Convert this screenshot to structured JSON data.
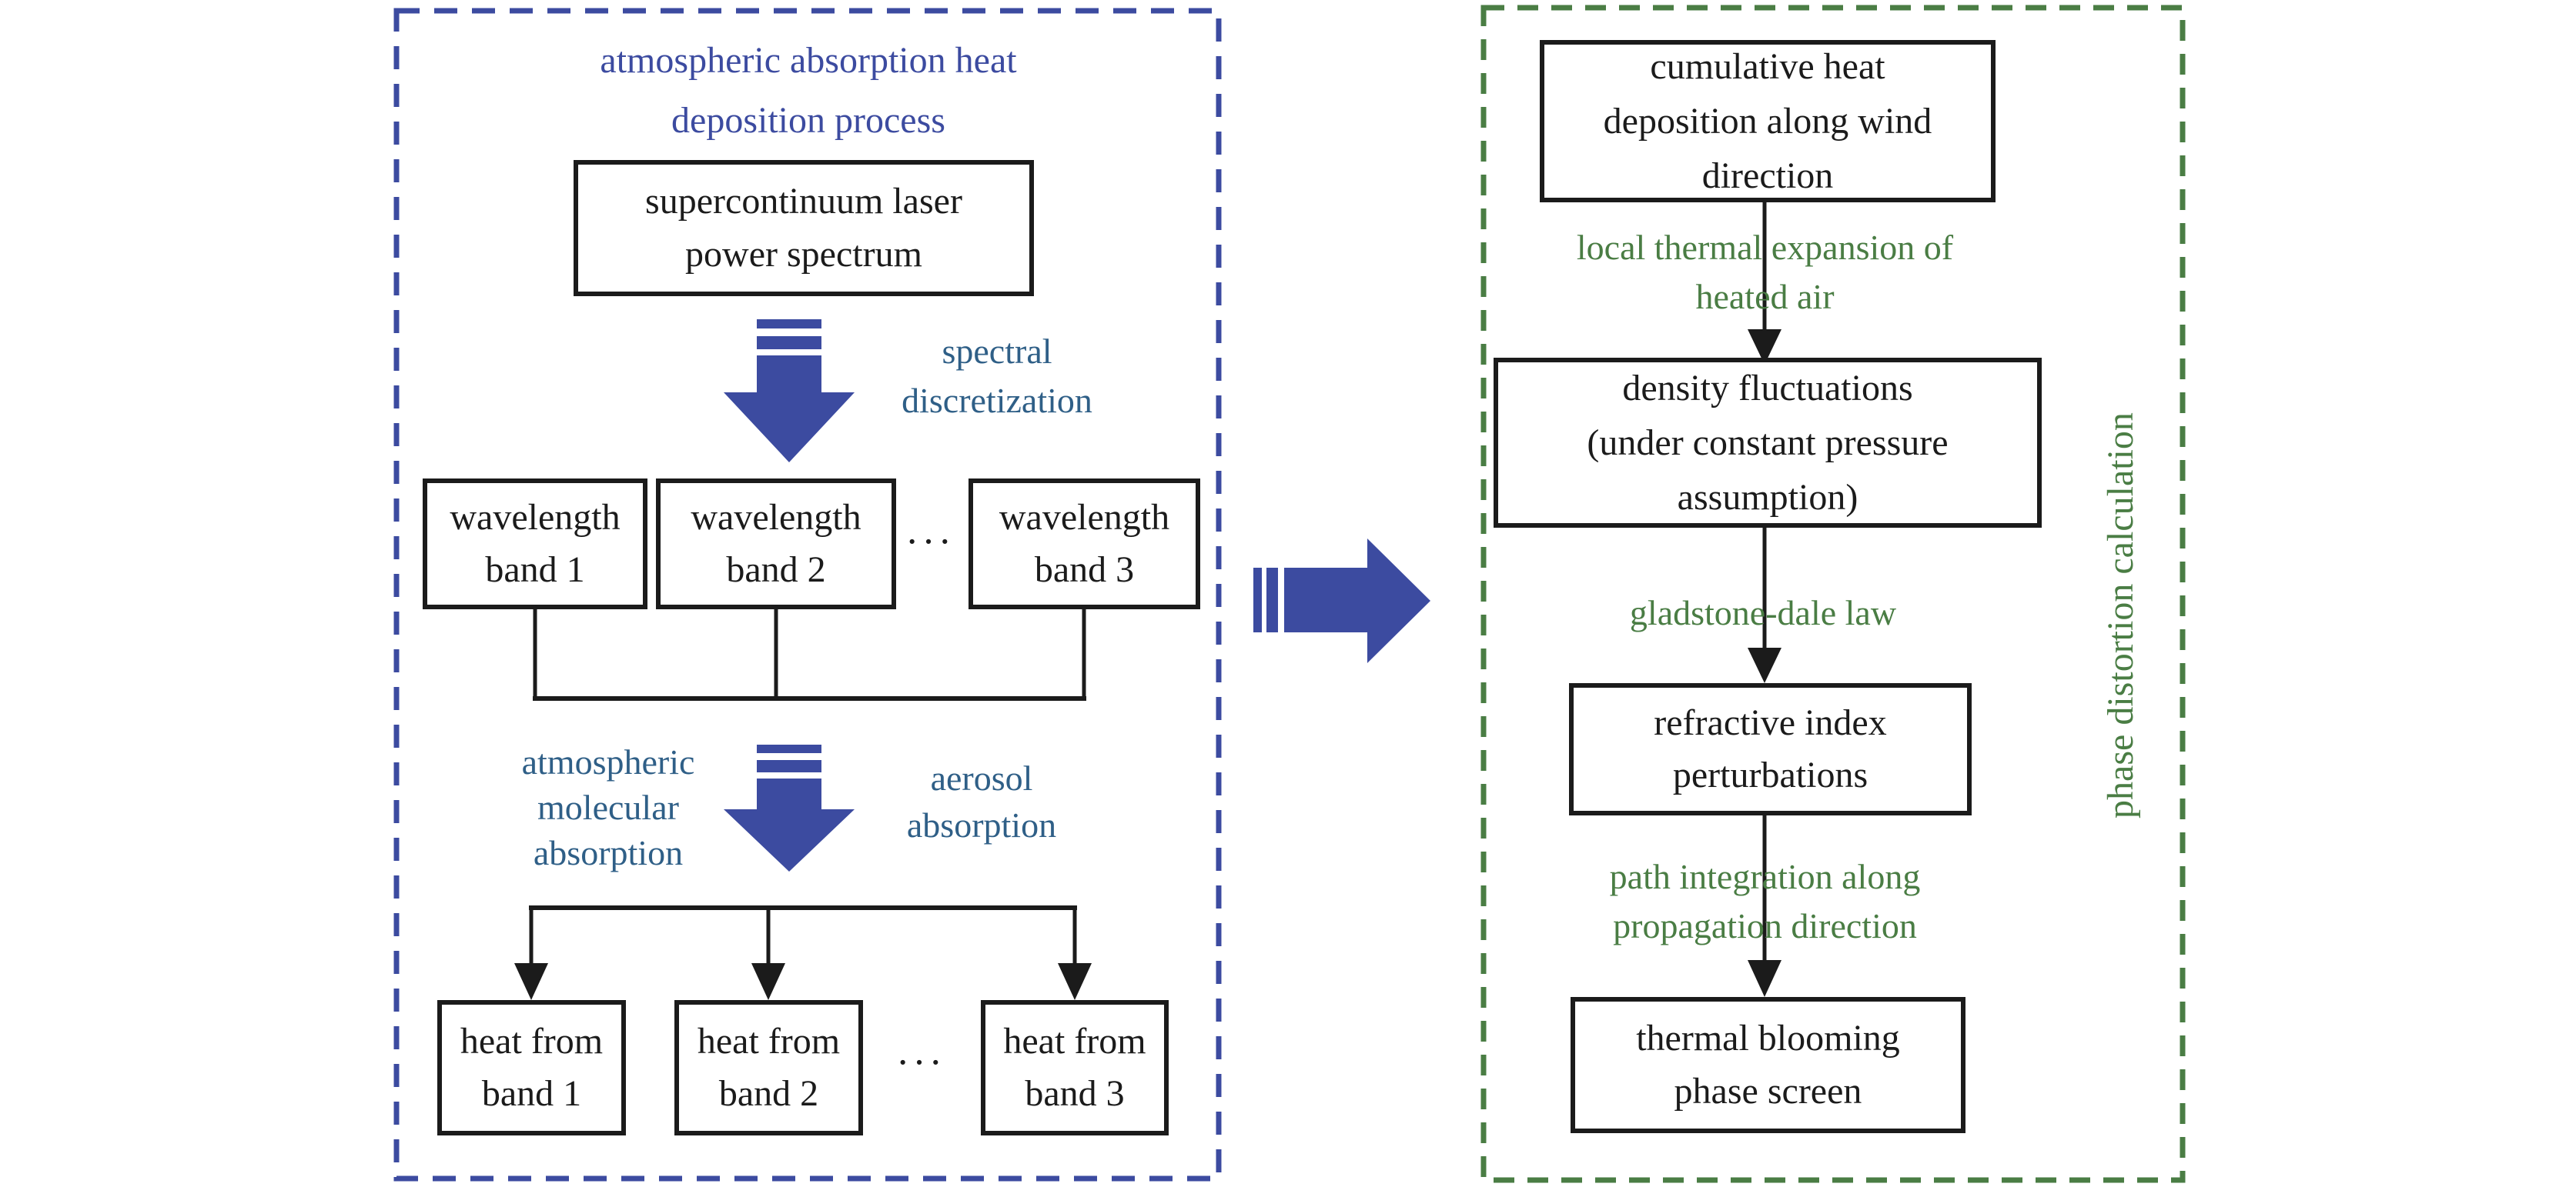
{
  "left_panel": {
    "title": "atmospheric absorption heat\ndeposition process",
    "boxes": {
      "source": "supercontinuum laser\npower spectrum",
      "band1": "wavelength\nband 1",
      "band2": "wavelength\nband 2",
      "band3": "wavelength\nband 3",
      "heat1": "heat from\nband 1",
      "heat2": "heat from\nband 2",
      "heat3": "heat from\nband 3"
    },
    "labels": {
      "spectral": "spectral\ndiscretization",
      "molecular": "atmospheric\nmolecular\nabsorption",
      "aerosol": "aerosol\nabsorption"
    },
    "ellipsis_bands": "···",
    "ellipsis_heat": "···"
  },
  "right_panel": {
    "vertical_label": "phase distortion calculation",
    "boxes": {
      "cumulative": "cumulative heat\ndeposition along wind\ndirection",
      "density": "density fluctuations\n(under constant pressure\nassumption)",
      "refractive": "refractive index\nperturbations",
      "thermal": "thermal blooming\nphase screen"
    },
    "labels": {
      "expansion": "local thermal expansion of\nheated air",
      "gladstone": "gladstone-dale law",
      "path": "path integration along\npropagation direction"
    }
  },
  "colors": {
    "blue": "#3c4ba0",
    "steel_blue": "#2f5f87",
    "green": "#4a7d44",
    "black": "#1b1b1b"
  }
}
